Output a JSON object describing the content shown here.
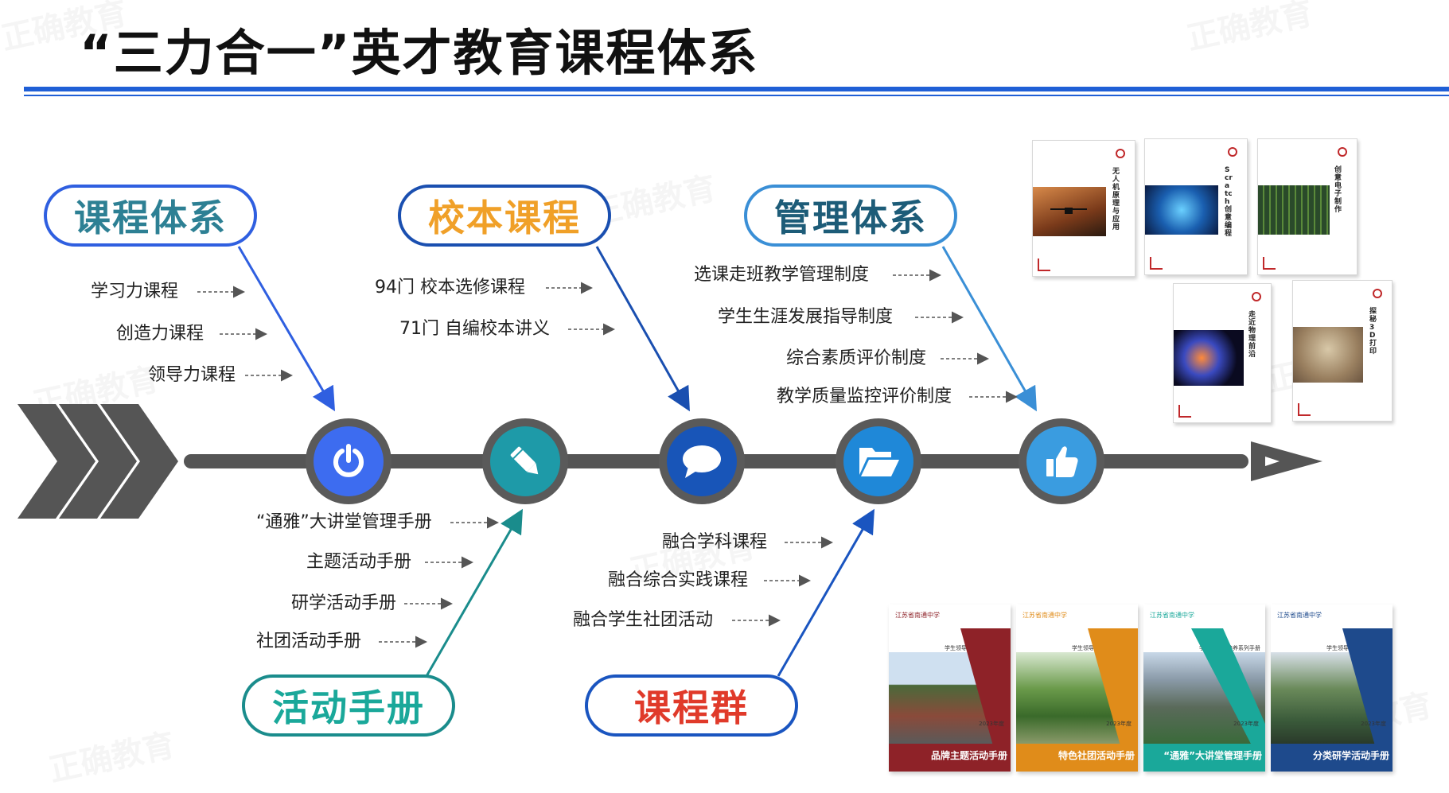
{
  "title": "“三力合一”英才教育课程体系",
  "watermark": "正确教育",
  "top_categories": [
    {
      "label": "课程体系",
      "color": "#2d8094",
      "border": "#2f5fe0",
      "items": [
        "学习力课程",
        "创造力课程",
        "领导力课程"
      ]
    },
    {
      "label": "校本课程",
      "color": "#f0a028",
      "border": "#1a4fb0",
      "items": [
        "94门 校本选修课程",
        "71门 自编校本讲义"
      ]
    },
    {
      "label": "管理体系",
      "color": "#1d5c78",
      "border": "#3a8fd6",
      "items": [
        "选课走班教学管理制度",
        "学生生涯发展指导制度",
        "综合素质评价制度",
        "教学质量监控评价制度"
      ]
    }
  ],
  "bottom_categories": [
    {
      "label": "活动手册",
      "color": "#1aa89a",
      "border": "#1a8c8c",
      "items": [
        "“通雅”大讲堂管理手册",
        "主题活动手册",
        "研学活动手册",
        "社团活动手册"
      ]
    },
    {
      "label": "课程群",
      "color": "#e03a2a",
      "border": "#1a55c0",
      "items": [
        "融合学科课程",
        "融合综合实践课程",
        "融合学生社团活动"
      ]
    }
  ],
  "nodes": [
    {
      "icon": "power-icon",
      "color": "#3d6cf0"
    },
    {
      "icon": "pencil-icon",
      "color": "#1e9aa8"
    },
    {
      "icon": "chat-bubble-icon",
      "color": "#1855b8"
    },
    {
      "icon": "folder-icon",
      "color": "#1f88d8"
    },
    {
      "icon": "thumbs-up-icon",
      "color": "#3a9ce0"
    }
  ],
  "textbook_titles": [
    "无人机原理与应用",
    "Scratch创意编程",
    "创意电子制作",
    "走近物理前沿",
    "探秘3D打印"
  ],
  "manuals": [
    {
      "title": "品牌主题活动手册",
      "color": "#8e2228",
      "series": "学生领导力培养系列手册"
    },
    {
      "title": "特色社团活动手册",
      "color": "#e08c1a",
      "series": "学生领导力培养系列手册"
    },
    {
      "title": "“通雅”大讲堂管理手册",
      "color": "#1aa89a",
      "series": "学生领导力培养系列手册"
    },
    {
      "title": "分类研学活动手册",
      "color": "#1e4a8c",
      "series": "学生领导力培养系列手册"
    }
  ]
}
